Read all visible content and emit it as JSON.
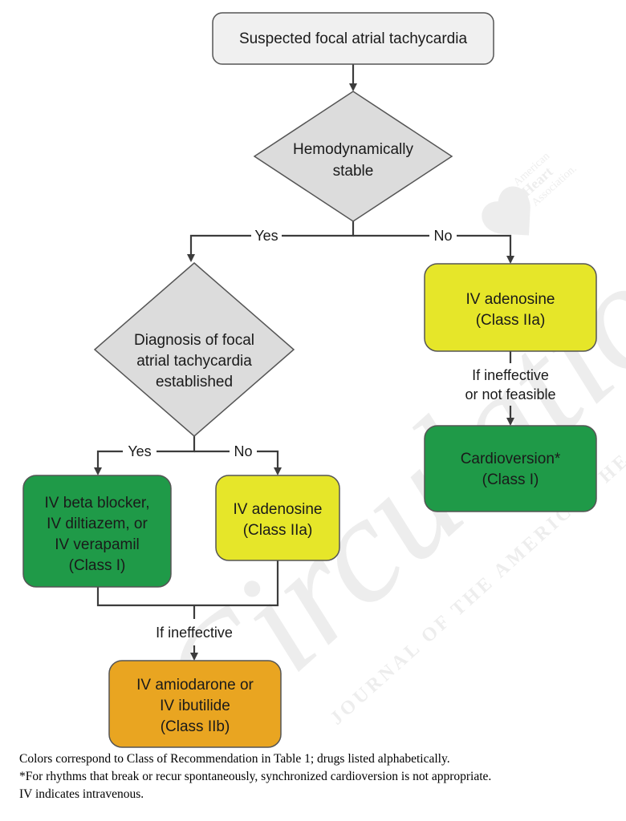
{
  "colors": {
    "start": "#f0f0f0",
    "decision": "#dcdcdc",
    "class1": "#1f9a48",
    "class2a": "#e6e629",
    "class2b": "#e9a521",
    "line": "#3c3c3c"
  },
  "nodes": {
    "start": {
      "lines": [
        "Suspected focal atrial tachycardia"
      ]
    },
    "hemo": {
      "lines": [
        "Hemodynamically",
        "stable"
      ]
    },
    "diag": {
      "lines": [
        "Diagnosis of focal",
        "atrial tachycardia",
        "established"
      ]
    },
    "adenosine_right": {
      "lines": [
        "IV adenosine",
        "(Class IIa)"
      ]
    },
    "cardioversion": {
      "lines": [
        "Cardioversion*",
        "(Class I)"
      ]
    },
    "beta": {
      "lines": [
        "IV beta blocker,",
        "IV diltiazem, or",
        "IV verapamil",
        "(Class I)"
      ]
    },
    "adenosine_left": {
      "lines": [
        "IV adenosine",
        "(Class IIa)"
      ]
    },
    "amio": {
      "lines": [
        "IV amiodarone or",
        "IV ibutilide",
        "(Class IIb)"
      ]
    }
  },
  "edge_labels": {
    "hemo_yes": "Yes",
    "hemo_no": "No",
    "diag_yes": "Yes",
    "diag_no": "No",
    "right_ineffective": [
      "If ineffective",
      "or not feasible"
    ],
    "bottom_ineffective": "If ineffective"
  },
  "footnotes": [
    "Colors correspond to Class of Recommendation in Table 1; drugs listed alphabetically.",
    "*For rhythms that break or recur spontaneously, synchronized cardioversion is not appropriate.",
    "IV indicates intravenous."
  ],
  "watermark": {
    "title": "Circulation",
    "subtitle": "JOURNAL OF THE AMERICAN HEART ASSOCIATION",
    "logo_lines": [
      "American",
      "Heart",
      "Association."
    ]
  }
}
